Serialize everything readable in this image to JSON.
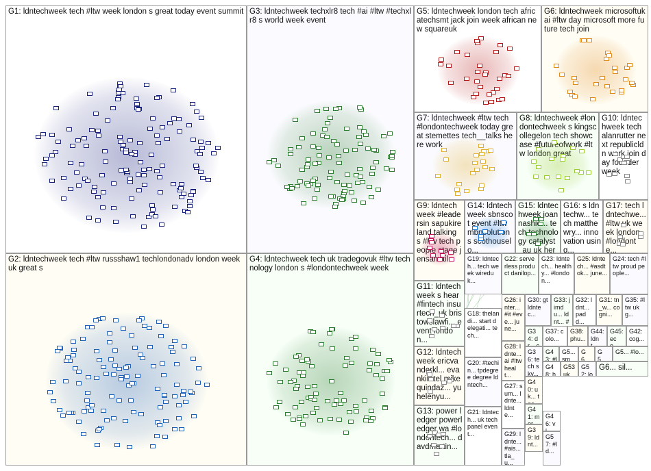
{
  "groups": [
    {
      "id": "G1",
      "label": "G1: ldntechweek tech #ltw week london s great today event summit",
      "color": "#1a237e"
    },
    {
      "id": "G2",
      "label": "G2: ldntechweek tech #ltw russshaw1 techlondonadv london week uk great s",
      "color": "#1e5fb8"
    },
    {
      "id": "G3",
      "label": "G3: ldntechweek techxlr8 tech #ai #ltw #techxlr8 s world week event",
      "color": "#2e7d32"
    },
    {
      "id": "G4",
      "label": "G4: ldntechweek tech uk tradegovuk #ltw technology london s #londontechweek week",
      "color": "#2e7d32"
    },
    {
      "id": "G5",
      "label": "G5: ldntechweek london tech africatechsmt jack join week african new squareuk",
      "color": "#b71c1c"
    },
    {
      "id": "G6",
      "label": "G6: ldntechweek microsoftuk ai #ltw day microsoft more future tech join",
      "color": "#e08a1e"
    },
    {
      "id": "G7",
      "label": "G7: ldntechweek #ltw tech #londontechweek today great stemettes tech__talks here work",
      "color": "#e0b030"
    },
    {
      "id": "G8",
      "label": "G8: ldntechweek #londontechweek s kingscollegelon tech showcase #futureofwork #ltw london great",
      "color": "#9acd32"
    },
    {
      "id": "G10",
      "label": "G10: ldntechweek tech alanrutter next republicldn work join day founder week",
      "color": "#888"
    },
    {
      "id": "G9",
      "label": "G9: ldntechweek #leadersin sapukireland talking s #ltw tech people stage jensamail",
      "color": "#c2185b"
    },
    {
      "id": "G14",
      "label": "G14: ldntechweek sbnscot event #ltw mbnsolutions scothouselo...",
      "color": "#1976d2"
    },
    {
      "id": "G15",
      "label": "G15: ldntechweek joannashie... tech technology catalyst_au uk here...",
      "color": "#2e7d32"
    },
    {
      "id": "G16",
      "label": "G16: s ldntechw... tech matthewry... innovation using...",
      "color": "#888"
    },
    {
      "id": "G17",
      "label": "G17: tech ldntechwe... #ltw uk week london #londonte...",
      "color": "#888"
    },
    {
      "id": "G19",
      "label": "G19: ldntech... tech week wireduk...",
      "color": "#888"
    },
    {
      "id": "G22",
      "label": "G22: serverless product danilop...",
      "color": "#888"
    },
    {
      "id": "G23",
      "label": "G23: ldntech... healthy... #london...",
      "color": "#888"
    },
    {
      "id": "G25",
      "label": "G25: ldntech... #asdtok... june...",
      "color": "#888"
    },
    {
      "id": "G24",
      "label": "G24: tech #ltw proud people...",
      "color": "#888"
    },
    {
      "id": "G11",
      "label": "G11: ldntechweek s hear #fintech insurtech_uk bristowslawfi... event london...",
      "color": "#888"
    },
    {
      "id": "G18",
      "label": "G18: thelandi... start delegati... tech...",
      "color": "#888"
    },
    {
      "id": "G12",
      "label": "G12: ldntechweek ericvanderkl... evankirstel mikequindaz... yuhelenyu...",
      "color": "#888"
    },
    {
      "id": "G20",
      "label": "G20: #techin... tpdegree degree ldntech...",
      "color": "#888"
    },
    {
      "id": "G13",
      "label": "G13: power ledger powerledger wa #londontech... davdmartin...",
      "color": "#888"
    },
    {
      "id": "G21",
      "label": "G21: ldntech... uk tech panel event...",
      "color": "#888"
    },
    {
      "id": "G26",
      "label": "G26: inter... #it #eve... june...",
      "color": "#888"
    },
    {
      "id": "G30",
      "label": "G30: gt ldntec...",
      "color": "#888"
    },
    {
      "id": "G33",
      "label": "G33: jimdu... ldnt... #uka...",
      "color": "#888"
    },
    {
      "id": "G32",
      "label": "G32: ldnt... padd...",
      "color": "#888"
    },
    {
      "id": "G31",
      "label": "G31: tn_w... cogni...",
      "color": "#888"
    },
    {
      "id": "G35",
      "label": "G35: #ltw ukg...",
      "color": "#888"
    },
    {
      "id": "G34",
      "label": "G34: dr... com...",
      "color": "#888"
    },
    {
      "id": "G37",
      "label": "G37: colo...",
      "color": "#888"
    },
    {
      "id": "G38",
      "label": "G38: phu...",
      "color": "#888"
    },
    {
      "id": "G44",
      "label": "G44: ldnt...",
      "color": "#888"
    },
    {
      "id": "G45",
      "label": "G45: eco...",
      "color": "#888"
    },
    {
      "id": "G42",
      "label": "G42: cog...",
      "color": "#888"
    },
    {
      "id": "G28",
      "label": "G28: ldnte... ai #ltw healt...",
      "color": "#888"
    },
    {
      "id": "G36",
      "label": "G36: tech sky... ldn...",
      "color": "#888"
    },
    {
      "id": "G43",
      "label": "G43: #lt...",
      "color": "#888"
    },
    {
      "id": "G5x",
      "label": "G5... sm...",
      "color": "#888"
    },
    {
      "id": "G6x",
      "label": "G6... up...",
      "color": "#888"
    },
    {
      "id": "G5y",
      "label": "G5... pa...",
      "color": "#888"
    },
    {
      "id": "G5z",
      "label": "G5... #lo...",
      "color": "#888"
    },
    {
      "id": "G48",
      "label": "G48: hel...",
      "color": "#888"
    },
    {
      "id": "G53",
      "label": "G53 uk...",
      "color": "#888"
    },
    {
      "id": "G52",
      "label": "G52: lon...",
      "color": "#888"
    },
    {
      "id": "G6y",
      "label": "G6... sil...",
      "color": "#888"
    },
    {
      "id": "G27",
      "label": "G27: sum... ldnte... ldnte...",
      "color": "#888"
    },
    {
      "id": "G40",
      "label": "G40: uk... tec...",
      "color": "#888"
    },
    {
      "id": "G29",
      "label": "G29: ldnte... #ais... tla_u...",
      "color": "#888"
    },
    {
      "id": "G41",
      "label": "G41: mer...",
      "color": "#888"
    },
    {
      "id": "G46",
      "label": "G46: vi...",
      "color": "#888"
    },
    {
      "id": "G39",
      "label": "G39: ldnt...",
      "color": "#888"
    },
    {
      "id": "G57",
      "label": "G57: #ld...",
      "color": "#888"
    }
  ]
}
